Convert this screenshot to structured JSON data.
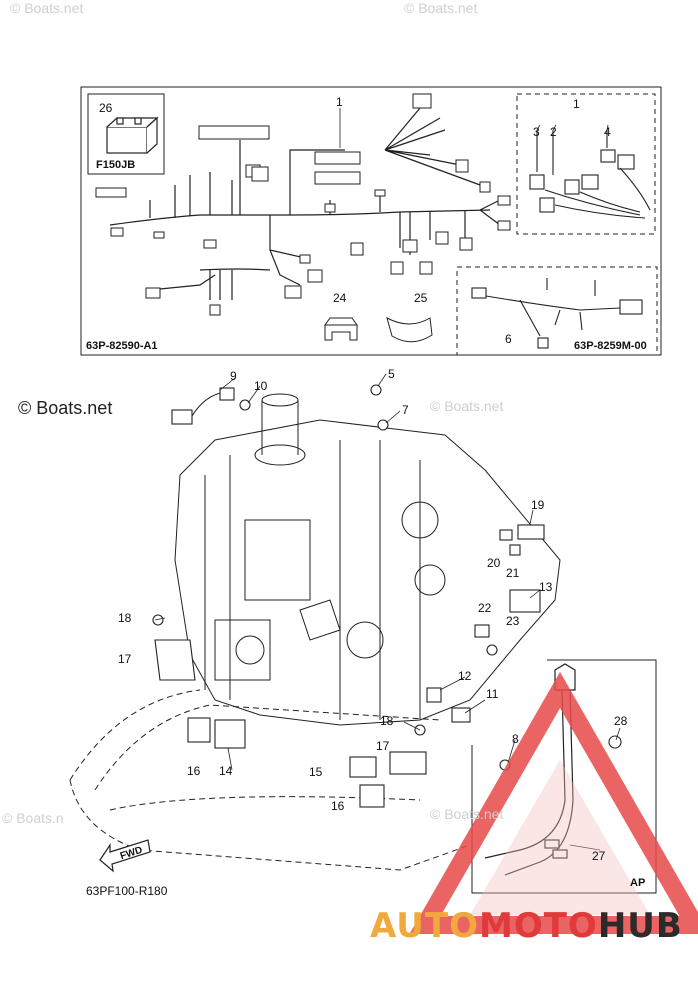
{
  "watermarks": {
    "top_left": "© Boats.net",
    "top_right": "© Boats.net",
    "middle_left": "© Boats.net",
    "middle_right": "© Boats.net",
    "bottom_left": "© Boats.n",
    "bottom_right": "© Boats.net"
  },
  "brand": {
    "part1": "AUTO",
    "part2": "MOTO",
    "part3": "HUB"
  },
  "codes": {
    "model_box": "F150JB",
    "harness_main": "63P-82590-A1",
    "harness_sub": "63P-8259M-00",
    "diagram": "63PF100-R180",
    "fwd": "FWD",
    "ap": "AP"
  },
  "callouts": {
    "c1a": "1",
    "c1b": "1",
    "c2": "2",
    "c3": "3",
    "c4": "4",
    "c6": "6",
    "c7": "7",
    "c5": "5",
    "c8": "8",
    "c9": "9",
    "c10": "10",
    "c11": "11",
    "c12": "12",
    "c13": "13",
    "c14": "14",
    "c15": "15",
    "c16a": "16",
    "c16b": "16",
    "c17a": "17",
    "c17b": "17",
    "c18a": "18",
    "c18b": "18",
    "c19": "19",
    "c20": "20",
    "c21": "21",
    "c22": "22",
    "c23": "23",
    "c24": "24",
    "c25": "25",
    "c26": "26",
    "c27": "27",
    "c28": "28"
  },
  "colors": {
    "triangle_red": "#e84a4a",
    "line": "#222222"
  }
}
